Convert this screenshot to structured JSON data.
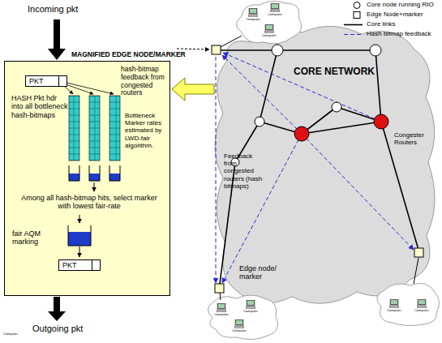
{
  "diagram": {
    "nodes": [
      {
        "text": [
          "HASH Pkt hdr into all bottleneck hash-bitmaps",
          "hash-bitmap feedback from congested routers",
          "Bottleneck Marker rates estimated by LWD-fair algorithm.",
          "Among all hash-bitmap hits, select marker with lowest fair-rate",
          "fair AQM marking"
        ]
      },
      {
        "text": [
          "PKT"
        ],
        "in": 0
      },
      {
        "text": [
          "PKT"
        ],
        "in": 0
      }
    ],
    "labels": [
      "Incoming pkt",
      "MAGNIFIED EDGE NODE/MARKER",
      "Outgoing pkt",
      "CORE NETWORK",
      "Congester Routers",
      "Feedback from congested routers (hash bitmaps)",
      "Edge node/ marker",
      "Computer",
      "Computer",
      "Computer",
      "Computer",
      "Computer",
      "Computer",
      "Computer",
      "Computer",
      "Computer"
    ],
    "legend": [
      {
        "text": "Core node running RIO"
      },
      {
        "text": "Edge Node+marker"
      },
      {
        "text": "Core links"
      },
      {
        "text": "Hash bitmap feedback"
      }
    ]
  }
}
